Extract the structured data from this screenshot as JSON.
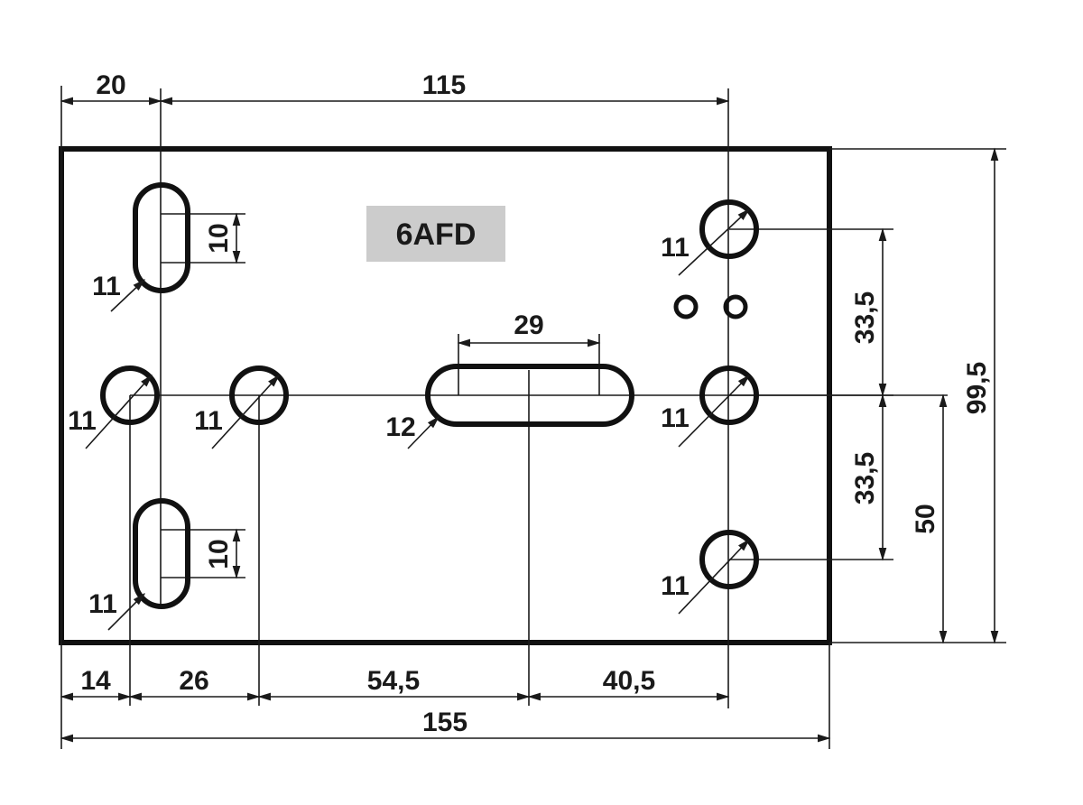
{
  "part_label": "6AFD",
  "label_bg": "#cccccc",
  "dimensions": {
    "top_left": "20",
    "top_span": "115",
    "bottom_a": "14",
    "bottom_b": "26",
    "bottom_c": "54,5",
    "bottom_d": "40,5",
    "bottom_total": "155",
    "right_upper": "33,5",
    "right_lower": "33,5",
    "right_mid": "50",
    "right_total": "99,5",
    "slot_length": "29"
  },
  "hole_labels": {
    "slot_top_height": "10",
    "slot_top_width": "11",
    "slot_bottom_height": "10",
    "slot_bottom_width": "11",
    "left_hole_1": "11",
    "left_hole_2": "11",
    "center_slot_width": "12",
    "right_top": "11",
    "right_mid": "11",
    "right_bottom": "11"
  }
}
